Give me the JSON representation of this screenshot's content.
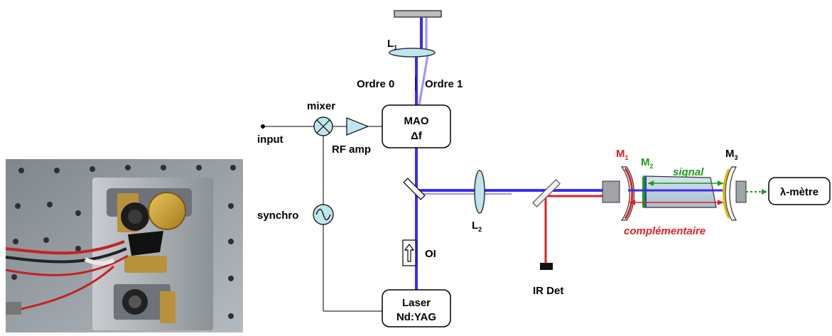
{
  "labels": {
    "lens1": "L",
    "lens1_sub": "1",
    "lens2": "L",
    "lens2_sub": "2",
    "order0": "Ordre 0",
    "order1": "Ordre 1",
    "mixer": "mixer",
    "input": "input",
    "rf_amp": "RF amp",
    "mao_line1": "MAO",
    "mao_line2": "Δf",
    "synchro": "synchro",
    "oi": "OI",
    "laser_line1": "Laser",
    "laser_line2": "Nd:YAG",
    "ir_det": "IR Det",
    "m1": "M",
    "m1_sub": "1",
    "m2": "M",
    "m2_sub": "2",
    "m3": "M",
    "m3_sub": "3",
    "signal": "signal",
    "complementaire": "complémentaire",
    "lambda_metre": "λ-mètre"
  },
  "colors": {
    "pump_beam": "#3a2df0",
    "pump_beam_light": "#9a92ff",
    "signal": "#1a9a1a",
    "complementary": "#e02020",
    "mirror_m3": "#e6b800",
    "component_fill": "#bfe6ef",
    "photo_metal": "#9aa2a8",
    "photo_brass": "#b8923a"
  },
  "photo": {
    "description_icon": "photo-of-optical-mount-icon"
  }
}
